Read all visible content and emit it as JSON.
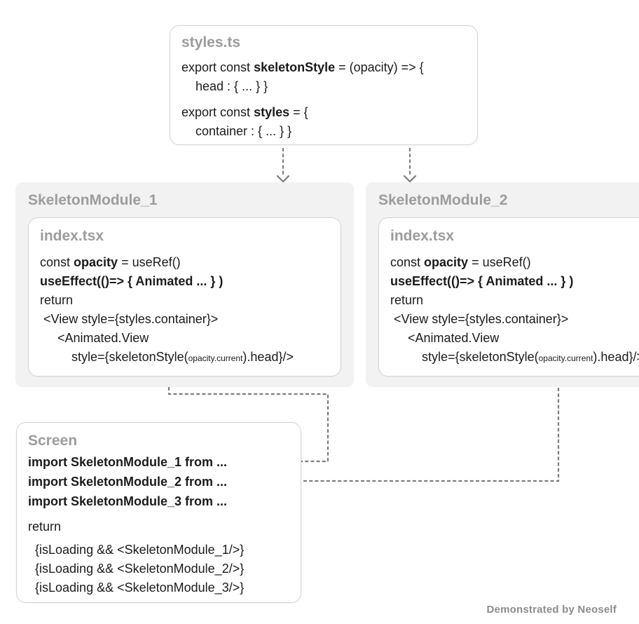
{
  "colors": {
    "page_bg": "#ffffff",
    "box_bg": "#ffffff",
    "box_border": "#d2d2d2",
    "module_bg": "#f2f2f2",
    "title_gray": "#9c9c9c",
    "code_text": "#1b1b1b",
    "arrow_gray": "#7d7d7d",
    "footer_gray": "#8c8c8c"
  },
  "styles_file": {
    "title": "styles.ts",
    "code": [
      {
        "segments": [
          {
            "text": "export const ",
            "style": "normal"
          },
          {
            "text": "skeletonStyle",
            "style": "bold"
          },
          {
            "text": " = (opacity) => {",
            "style": "normal"
          }
        ]
      },
      {
        "segments": [
          {
            "text": "    head : { ... } }",
            "style": "normal"
          }
        ]
      },
      {
        "gap": true,
        "segments": [
          {
            "text": "export const ",
            "style": "normal"
          },
          {
            "text": "styles",
            "style": "bold"
          },
          {
            "text": " = {",
            "style": "normal"
          }
        ]
      },
      {
        "segments": [
          {
            "text": "    container : { ... } }",
            "style": "normal"
          }
        ]
      }
    ]
  },
  "modules": [
    {
      "name": "SkeletonModule_1",
      "file": {
        "title": "index.tsx",
        "code": [
          {
            "segments": [
              {
                "text": "const ",
                "style": "normal"
              },
              {
                "text": "opacity",
                "style": "bold"
              },
              {
                "text": " = useRef()",
                "style": "normal"
              }
            ]
          },
          {
            "segments": [
              {
                "text": "useEffect(()=> { Animated ... } )",
                "style": "bold"
              }
            ]
          },
          {
            "segments": [
              {
                "text": "return",
                "style": "normal"
              }
            ]
          },
          {
            "segments": [
              {
                "text": " <View style={styles.container}>",
                "style": "normal"
              }
            ]
          },
          {
            "segments": [
              {
                "text": "     <Animated.View",
                "style": "normal"
              }
            ]
          },
          {
            "segments": [
              {
                "text": "         style={skeletonStyle(",
                "style": "normal"
              },
              {
                "text": "opacity.current",
                "style": "small"
              },
              {
                "text": ").head}/>",
                "style": "normal"
              }
            ]
          }
        ]
      }
    },
    {
      "name": "SkeletonModule_2",
      "file": {
        "title": "index.tsx",
        "code": [
          {
            "segments": [
              {
                "text": "const ",
                "style": "normal"
              },
              {
                "text": "opacity",
                "style": "bold"
              },
              {
                "text": " = useRef()",
                "style": "normal"
              }
            ]
          },
          {
            "segments": [
              {
                "text": "useEffect(()=> { Animated ... } )",
                "style": "bold"
              }
            ]
          },
          {
            "segments": [
              {
                "text": "return",
                "style": "normal"
              }
            ]
          },
          {
            "segments": [
              {
                "text": " <View style={styles.container}>",
                "style": "normal"
              }
            ]
          },
          {
            "segments": [
              {
                "text": "     <Animated.View",
                "style": "normal"
              }
            ]
          },
          {
            "segments": [
              {
                "text": "         style={skeletonStyle(",
                "style": "normal"
              },
              {
                "text": "opacity.current",
                "style": "small"
              },
              {
                "text": ").head}/>",
                "style": "normal"
              }
            ]
          }
        ]
      }
    }
  ],
  "screen": {
    "title": "Screen",
    "imports": [
      {
        "segments": [
          {
            "text": "import SkeletonModule_1 from ...",
            "style": "bold"
          }
        ]
      },
      {
        "segments": [
          {
            "text": "import SkeletonModule_2 from ...",
            "style": "bold"
          }
        ]
      },
      {
        "segments": [
          {
            "text": "import SkeletonModule_3 from ...",
            "style": "bold"
          }
        ]
      }
    ],
    "return_block": [
      {
        "segments": [
          {
            "text": "return",
            "style": "normal"
          }
        ]
      }
    ],
    "body": [
      {
        "segments": [
          {
            "text": "  {isLoading && <SkeletonModule_1/>}",
            "style": "normal"
          }
        ]
      },
      {
        "segments": [
          {
            "text": "  {isLoading && <SkeletonModule_2/>}",
            "style": "normal"
          }
        ]
      },
      {
        "segments": [
          {
            "text": "  {isLoading && <SkeletonModule_3/>}",
            "style": "normal"
          }
        ]
      }
    ]
  },
  "footer": {
    "credit": "Demonstrated by Neoself"
  }
}
